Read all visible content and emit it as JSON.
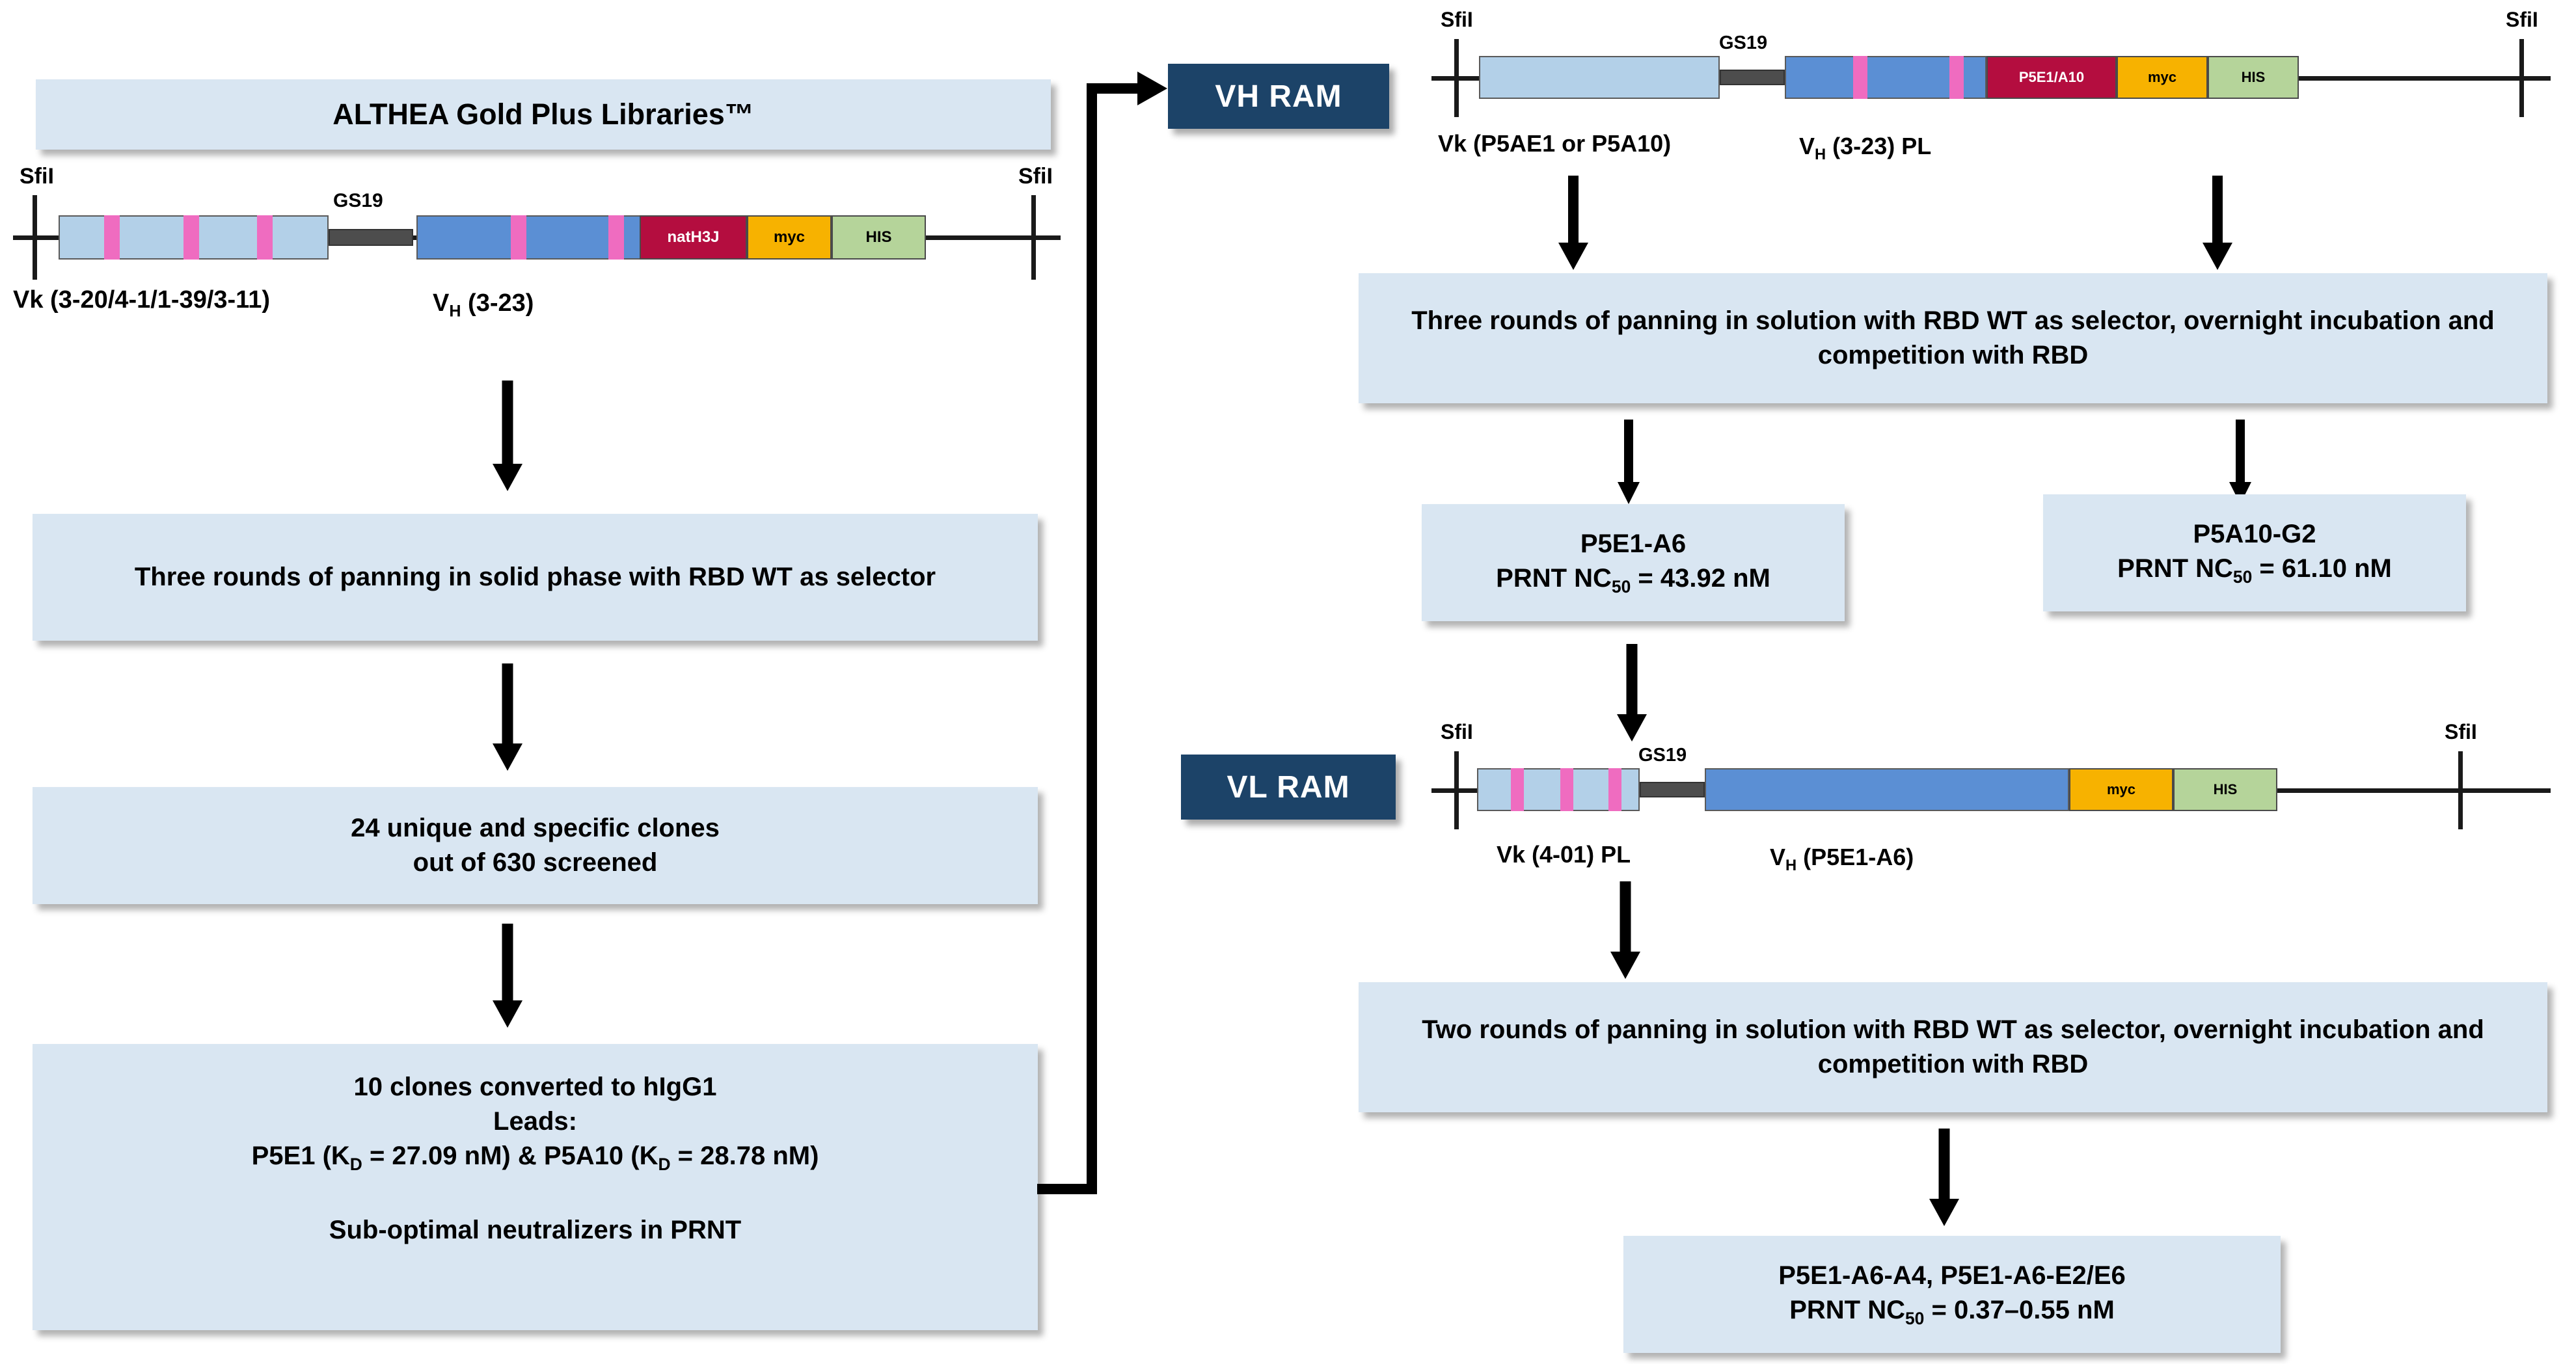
{
  "colors": {
    "box_fill": "#d9e6f2",
    "badge_fill": "#1c4368",
    "vk_domain": "#b3d0e8",
    "vh_domain": "#5b8fd4",
    "cdr_bar": "#ef6cc0",
    "linker": "#4d4d4d",
    "nath3j": "#b40d3f",
    "myc": "#f7b200",
    "his": "#b5d49a",
    "arrow": "#000000"
  },
  "left_column": {
    "title_box": "ALTHEA Gold Plus Libraries™",
    "construct": {
      "left_cut_label": "SfiI",
      "right_cut_label": "SfiI",
      "linker_label": "GS19",
      "vk_label": "Vk (3-20/4-1/1-39/3-11)",
      "vh_label_main": "V",
      "vh_label_sub": "H",
      "vh_label_rest": " (3-23)",
      "segments": [
        {
          "name": "natH3J",
          "label": "natH3J"
        },
        {
          "name": "myc",
          "label": "myc"
        },
        {
          "name": "his",
          "label": "HIS"
        }
      ]
    },
    "box_panning": "Three rounds of panning in solid phase with RBD WT as selector",
    "box_clones": {
      "line1": "24 unique and specific clones",
      "line2": "out of 630 screened"
    },
    "box_leads": {
      "line1": "10 clones converted to hIgG1",
      "line2": "Leads:",
      "line3_a": "P5E1 (K",
      "line3_sub": "D",
      "line3_b": " = 27.09 nM) & P5A10 (K",
      "line3_sub2": "D",
      "line3_c": " = 28.78 nM)",
      "line4": "Sub-optimal neutralizers in PRNT"
    }
  },
  "right_column": {
    "vh_ram_badge": "VH RAM",
    "vl_ram_badge": "VL RAM",
    "vh_construct": {
      "left_cut_label": "SfiI",
      "right_cut_label": "SfiI",
      "linker_label": "GS19",
      "vk_label": "Vk (P5AE1 or P5A10)",
      "vh_label_main": "V",
      "vh_label_sub": "H",
      "vh_label_rest": " (3-23) PL",
      "segments": [
        {
          "name": "p5e1-a10",
          "label": "P5E1/A10"
        },
        {
          "name": "myc",
          "label": "myc"
        },
        {
          "name": "his",
          "label": "HIS"
        }
      ]
    },
    "vl_construct": {
      "left_cut_label": "SfiI",
      "right_cut_label": "SfiI",
      "linker_label": "GS19",
      "vk_label": "Vk (4-01) PL",
      "vh_label_main": "V",
      "vh_label_sub": "H",
      "vh_label_rest": " (P5E1-A6)",
      "segments": [
        {
          "name": "myc",
          "label": "myc"
        },
        {
          "name": "his",
          "label": "HIS"
        }
      ]
    },
    "box_three_rounds": "Three rounds of panning in solution with RBD WT as selector, overnight incubation and competition with RBD",
    "box_p5e1_a6": {
      "line1": "P5E1-A6",
      "line2_a": "PRNT NC",
      "line2_sub": "50",
      "line2_b": " = 43.92 nM"
    },
    "box_p5a10_g2": {
      "line1": "P5A10-G2",
      "line2_a": "PRNT NC",
      "line2_sub": "50",
      "line2_b": " = 61.10 nM"
    },
    "box_two_rounds": "Two rounds of panning in solution with RBD WT as selector, overnight incubation and competition with RBD",
    "box_final": {
      "line1": "P5E1-A6-A4, P5E1-A6-E2/E6",
      "line2_a": "PRNT NC",
      "line2_sub": "50",
      "line2_b": " = 0.37–0.55 nM"
    }
  }
}
